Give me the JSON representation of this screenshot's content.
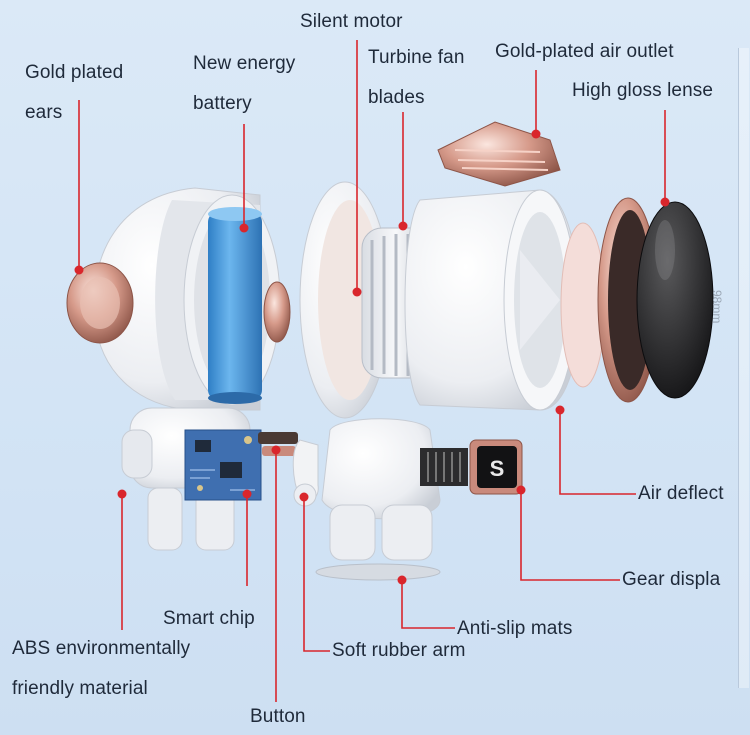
{
  "labels": {
    "silent_motor": "Silent motor",
    "gold_plated_ears_1": "Gold plated",
    "gold_plated_ears_2": "ears",
    "new_energy_battery_1": "New energy",
    "new_energy_battery_2": "battery",
    "turbine_fan_blades_1": "Turbine fan",
    "turbine_fan_blades_2": "blades",
    "gold_plated_air_outlet": "Gold-plated air outlet",
    "high_gloss_lense": "High gloss lense",
    "air_deflect": "Air deflect",
    "gear_display": "Gear displa",
    "smart_chip": "Smart chip",
    "anti_slip_mats": "Anti-slip mats",
    "abs_material_1": "ABS environmentally",
    "abs_material_2": "friendly material",
    "soft_rubber_arm": "Soft rubber arm",
    "button": "Button"
  },
  "dimension": "98mm",
  "display_digit": "S",
  "colors": {
    "leader_line": "#d9262c",
    "label_text": "#1f2a3a",
    "battery": "#4a9ee0",
    "rose_gold": "#c98a7c",
    "white_shell": "#f4f5f7",
    "pcb": "#3f6fb0"
  }
}
